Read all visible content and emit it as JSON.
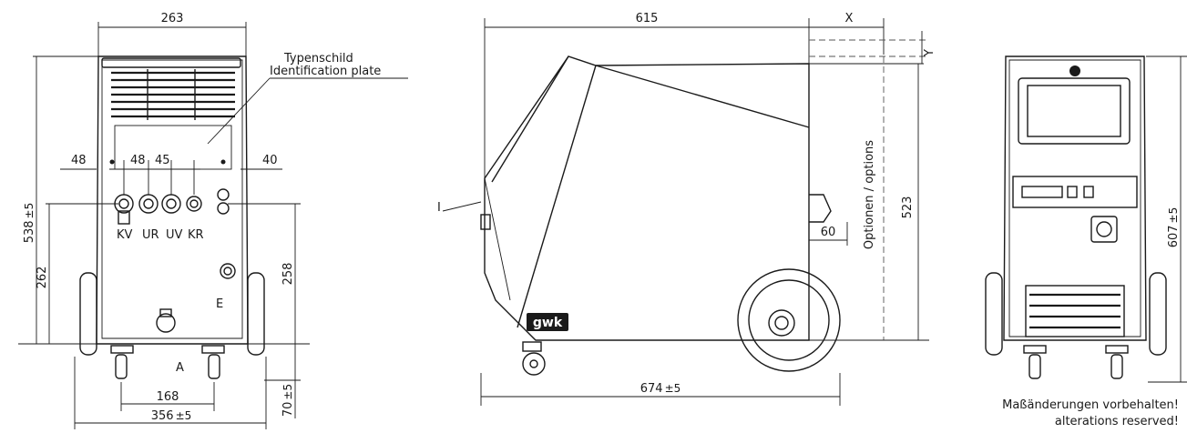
{
  "front_view": {
    "width_top": "263",
    "height_total": "538",
    "height_total_tol": "±5",
    "height_lower": "262",
    "dim_left": "48",
    "dim_mid_a": "48",
    "dim_mid_b": "45",
    "dim_right": "40",
    "height_right": "258",
    "wheel_track": "168",
    "base_width": "356",
    "base_width_tol": "±5",
    "height_bottom": "70",
    "height_bottom_tol": "±5",
    "label_plate_de": "Typenschild",
    "label_plate_en": "Identification plate",
    "connectors": [
      "KV",
      "UR",
      "UV",
      "KR"
    ],
    "label_e": "E",
    "label_a": "A"
  },
  "side_view": {
    "length_top": "615",
    "x_label": "X",
    "y_label": "Y",
    "options_label": "Optionen / options",
    "height": "523",
    "dim_small": "60",
    "length_total": "674",
    "length_total_tol": "±5",
    "label_i": "I",
    "brand": "gwk"
  },
  "rear_view": {
    "height": "607",
    "height_tol": "±5"
  },
  "notes": {
    "line1": "Maßänderungen vorbehalten!",
    "line2": "alterations reserved!"
  }
}
